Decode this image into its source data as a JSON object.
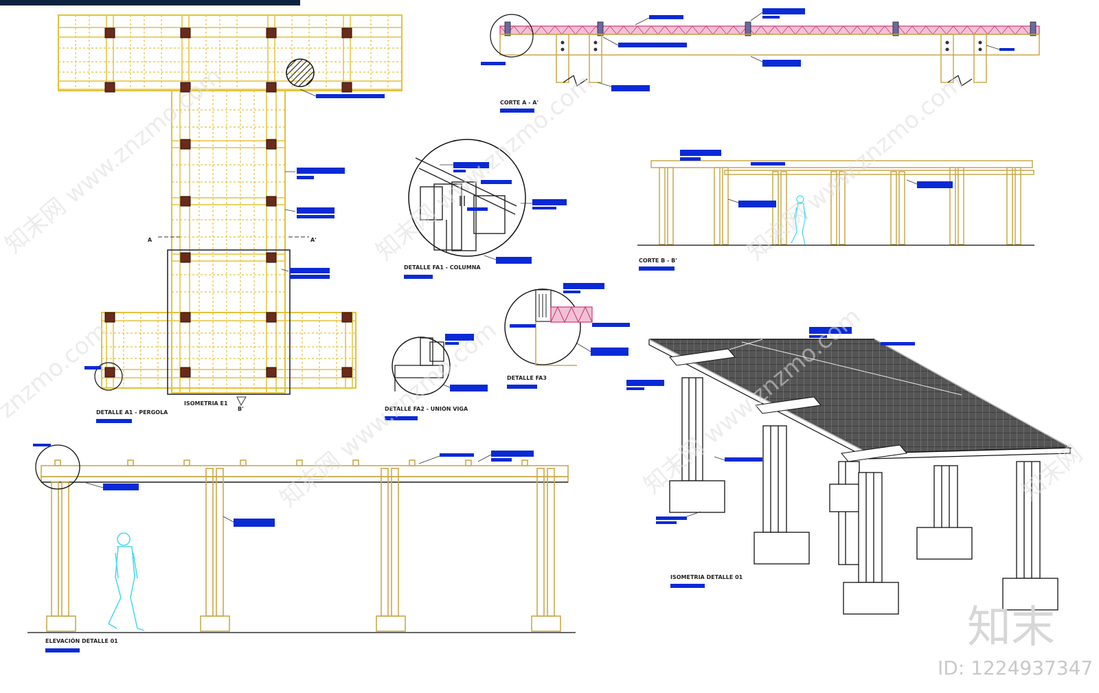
{
  "labels": {
    "corte_aa": "CORTE A - A'",
    "corte_bb": "CORTE B - B'",
    "detalle_fa1": "DETALLE FA1 - COLUMNA",
    "detalle_fa2": "DETALLE FA2 - UNIÓN VIGA",
    "detalle_fa3": "DETALLE FA3",
    "detalle_a1": "DETALLE A1 - PERGOLA",
    "isometria_e1": "ISOMETRIA E1",
    "elevacion_01": "ELEVACIÓN DETALLE 01",
    "isometria_01": "ISOMETRIA DETALLE 01",
    "section_a_left": "A",
    "section_a_right": "A'",
    "section_b": "B'"
  },
  "watermark": {
    "brand_mark": "知末",
    "id_text": "ID: 1224937347"
  },
  "colors": {
    "plan_line": "#e2c23a",
    "timber": "#c9a94a",
    "column_block": "#6b2a1a",
    "rafter_pink": "#d2357a",
    "callout_blue": "#0a2ad6",
    "figure_cyan": "#4fd8ee",
    "top_bar": "#0c2340"
  }
}
